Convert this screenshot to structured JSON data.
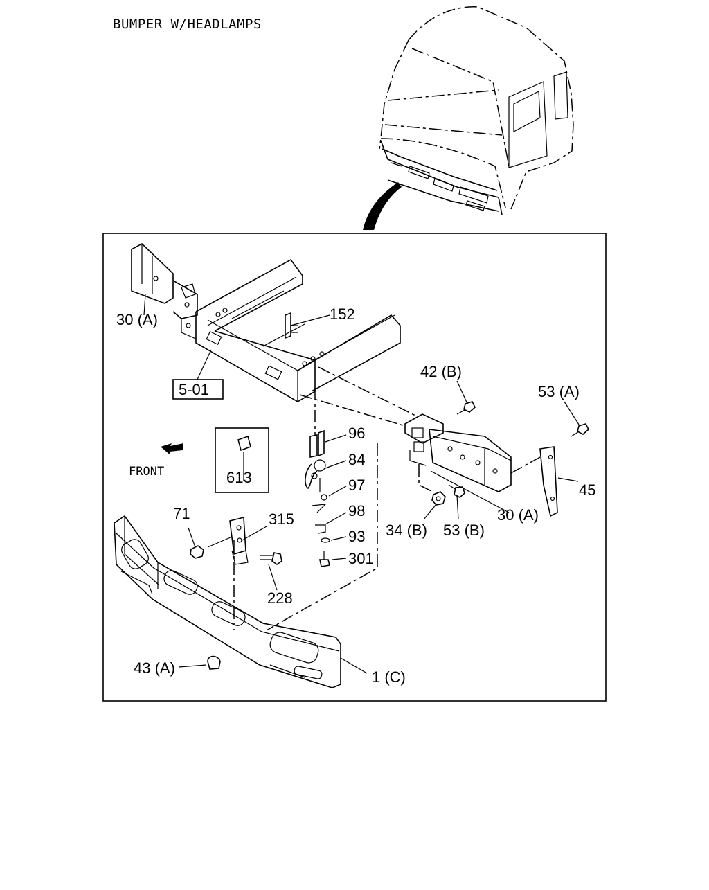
{
  "title": "BUMPER W/HEADLAMPS",
  "front_label": "FRONT",
  "parts": {
    "p152": "152",
    "p30a_left": "30 (A)",
    "p501": "5-01",
    "p42b": "42 (B)",
    "p53a": "53 (A)",
    "p96": "96",
    "p84": "84",
    "p97": "97",
    "p98": "98",
    "p93": "93",
    "p301": "301",
    "p613": "613",
    "p45": "45",
    "p30a_right": "30 (A)",
    "p34b": "34 (B)",
    "p53b": "53 (B)",
    "p71": "71",
    "p315": "315",
    "p228": "228",
    "p43a": "43 (A)",
    "p1c": "1 (C)"
  }
}
